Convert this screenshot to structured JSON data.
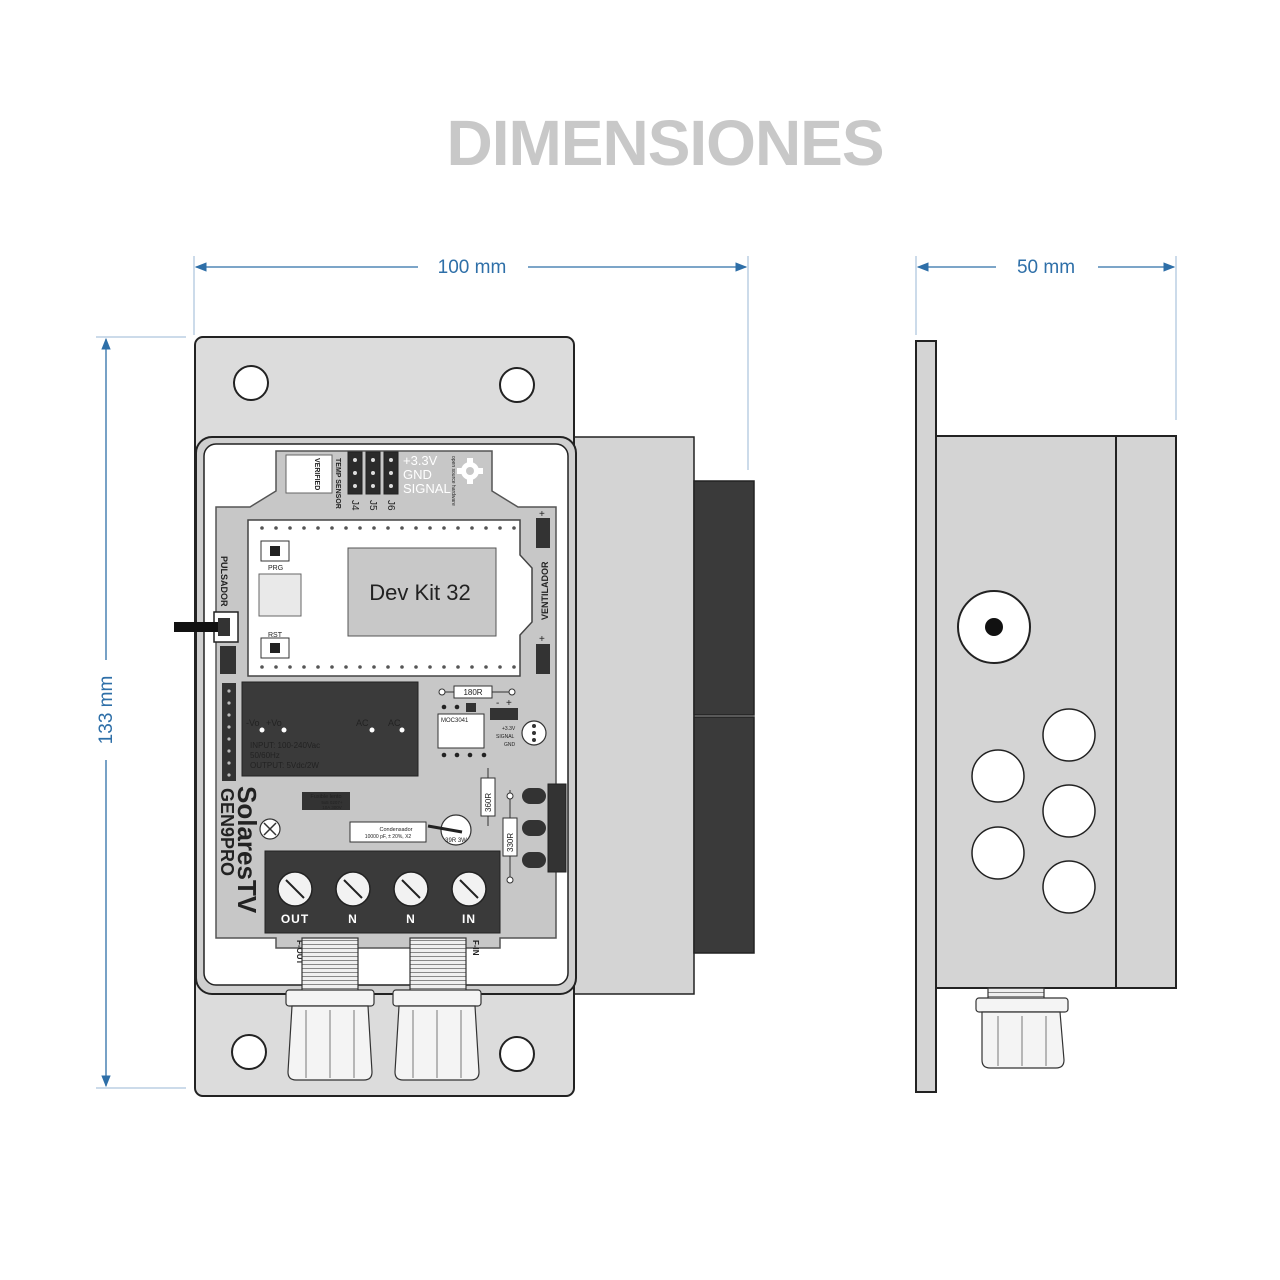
{
  "title": "DIMENSIONES",
  "dimensions": {
    "width": "100 mm",
    "depth": "50 mm",
    "height": "133 mm"
  },
  "board": {
    "header_pins": [
      "+3.3V",
      "GND",
      "SIGNAL"
    ],
    "jumpers": [
      "J4",
      "J5",
      "J6"
    ],
    "temp_sensor": "TEMP SENSOR",
    "verified": "VERIFIED",
    "oshw": "open source hardware",
    "module": "Dev Kit 32",
    "prg": "PRG",
    "rst": "RST",
    "pulsador": "PULSADOR",
    "ventilador": "VENTILADOR",
    "psu_out_minus": "-Vo",
    "psu_out_plus": "+Vo",
    "psu_ac1": "AC",
    "psu_ac2": "AC",
    "psu_input": "INPUT: 100-240Vac",
    "psu_freq": "50/60Hz",
    "psu_output": "OUTPUT: 5Vdc/2W",
    "r_180": "180R",
    "r_360": "360R",
    "r_330": "330R",
    "moc": "MOC3041",
    "fan_plus": "+",
    "fan_minus": "-",
    "sensor_labels": [
      "+3.3V",
      "SIGNAL",
      "GND"
    ],
    "fuse_title": "Fusible lento",
    "fuse_spec1": "5x5 0207+",
    "fuse_spec2": "10A 300V",
    "cap_title": "Condensador",
    "cap_spec": "10000 pF, ± 20%, X2",
    "cap_part": "39R 3W",
    "brand": "SolaresTV",
    "model": "GEN9PRO",
    "terminals": [
      "OUT",
      "N",
      "N",
      "IN"
    ],
    "gland_out": "F-OUT",
    "gland_in": "F-IN"
  }
}
